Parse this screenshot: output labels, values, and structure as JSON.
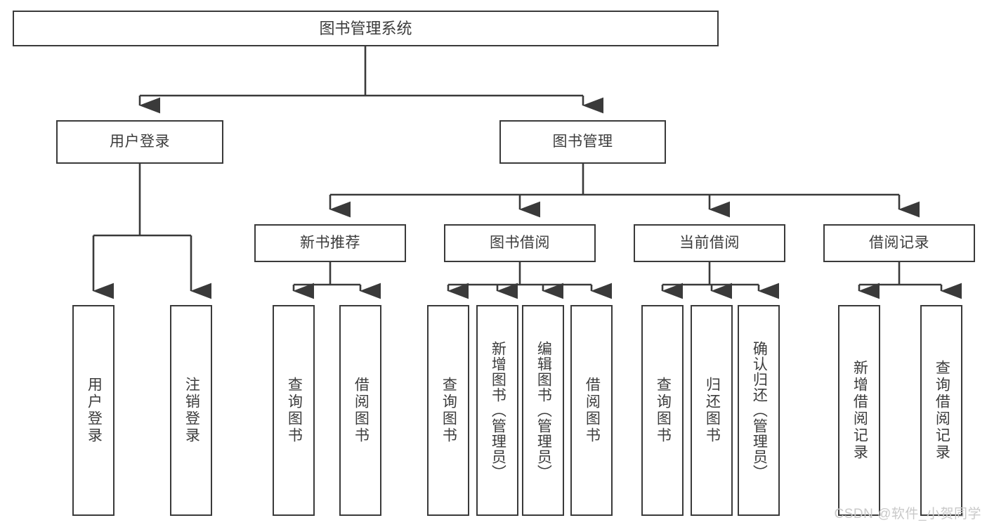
{
  "diagram": {
    "title": "图书管理系统",
    "watermark": "CSDN @软件_小贺同学",
    "colors": {
      "stroke": "#3a3a3a",
      "text": "#3c3c3c",
      "background": "#ffffff",
      "watermark": "#c9c9c9"
    },
    "levels": {
      "root": {
        "label": "图书管理系统"
      },
      "level2": [
        {
          "label": "用户登录"
        },
        {
          "label": "图书管理"
        }
      ],
      "level3": [
        {
          "label": "新书推荐"
        },
        {
          "label": "图书借阅"
        },
        {
          "label": "当前借阅"
        },
        {
          "label": "借阅记录"
        }
      ],
      "leaves": {
        "user_login": [
          {
            "label": "用户登录"
          },
          {
            "label": "注销登录"
          }
        ],
        "new_book_recommend": [
          {
            "label": "查询图书"
          },
          {
            "label": "借阅图书"
          }
        ],
        "book_borrow": [
          {
            "label": "查询图书"
          },
          {
            "label": "新增图书（管理员）"
          },
          {
            "label": "编辑图书（管理员）"
          },
          {
            "label": "借阅图书"
          }
        ],
        "current_borrow": [
          {
            "label": "查询图书"
          },
          {
            "label": "归还图书"
          },
          {
            "label": "确认归还（管理员）"
          }
        ],
        "borrow_record": [
          {
            "label": "新增借阅记录"
          },
          {
            "label": "查询借阅记录"
          }
        ]
      }
    }
  }
}
